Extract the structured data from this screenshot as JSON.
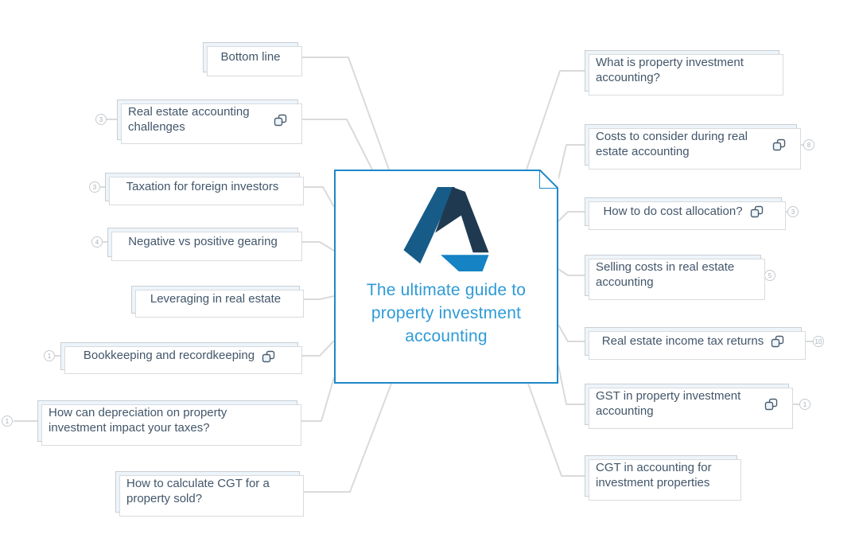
{
  "diagram": {
    "title": "The ultimate guide to property investment accounting",
    "logo": "triangle-a-logo"
  },
  "left_nodes": [
    {
      "label": "Bottom line"
    },
    {
      "label": "Real estate accounting challenges",
      "badge": "3",
      "icon": "copy-icon"
    },
    {
      "label": "Taxation for foreign investors",
      "badge": "3"
    },
    {
      "label": "Negative vs positive gearing",
      "badge": "4"
    },
    {
      "label": "Leveraging in real estate"
    },
    {
      "label": "Bookkeeping and recordkeeping",
      "badge": "1",
      "icon": "copy-icon"
    },
    {
      "label": "How can depreciation on property investment impact your taxes?",
      "badge": "1"
    },
    {
      "label": "How to calculate CGT for a property sold?"
    }
  ],
  "right_nodes": [
    {
      "label": "What is property investment accounting?"
    },
    {
      "label": "Costs to consider during real estate accounting",
      "badge": "8",
      "icon": "copy-icon"
    },
    {
      "label": "How to do cost allocation?",
      "badge": "3",
      "icon": "copy-icon"
    },
    {
      "label": "Selling costs in real estate accounting",
      "badge": "5"
    },
    {
      "label": "Real estate income tax returns",
      "badge": "10",
      "icon": "copy-icon"
    },
    {
      "label": "GST in property investment accounting",
      "badge": "1",
      "icon": "copy-icon"
    },
    {
      "label": "CGT in accounting for investment properties"
    }
  ],
  "colors": {
    "node_fill": "#edf5fb",
    "node_border": "#c9ced3",
    "node_text": "#42566a",
    "connector": "#dadada",
    "central_border": "#1e88c8",
    "central_title": "#2e9bd6",
    "logo_left_leg": "#175c88",
    "logo_right_leg": "#1f3a50",
    "logo_foot": "#1583c4"
  }
}
